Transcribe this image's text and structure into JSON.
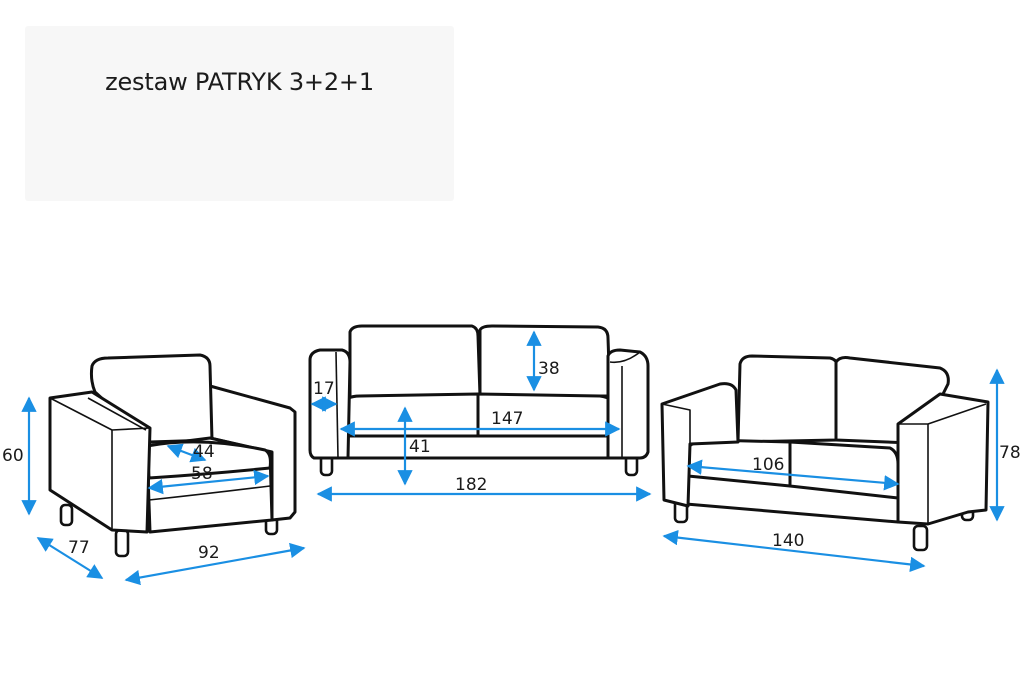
{
  "title": "zestaw PATRYK 3+2+1",
  "colors": {
    "dimension": "#1a8fe3",
    "outline": "#111111",
    "panel": "#f7f7f7"
  },
  "armchair": {
    "dims": {
      "height": "60",
      "depth": "77",
      "width": "92",
      "seat_depth": "44",
      "seat_width": "58"
    }
  },
  "sofa3": {
    "dims": {
      "arm_width": "17",
      "backrest_height": "38",
      "seat_width": "147",
      "seat_height": "41",
      "total_width": "182"
    }
  },
  "sofa2": {
    "dims": {
      "seat_width": "106",
      "height": "78",
      "total_width": "140"
    }
  }
}
